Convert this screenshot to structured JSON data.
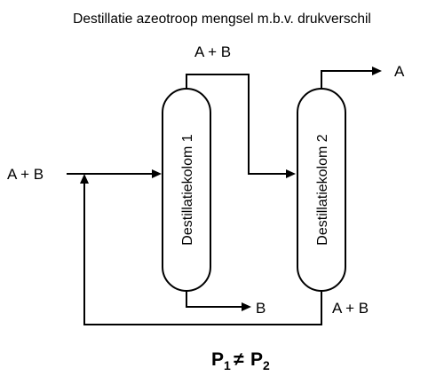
{
  "title": "Destillatie azeotroop mengsel m.b.v. drukverschil",
  "columns": {
    "col1": "Destillatiekolom 1",
    "col2": "Destillatiekolom 2"
  },
  "streams": {
    "feed": "A + B",
    "col1_top": "A + B",
    "col1_bottom": "B",
    "col2_top": "A",
    "col2_bottom": "A + B"
  },
  "condition": {
    "p1_letter": "P",
    "p1_index": "1",
    "not_equal": "≠",
    "p2_letter": "P",
    "p2_index": "2"
  }
}
